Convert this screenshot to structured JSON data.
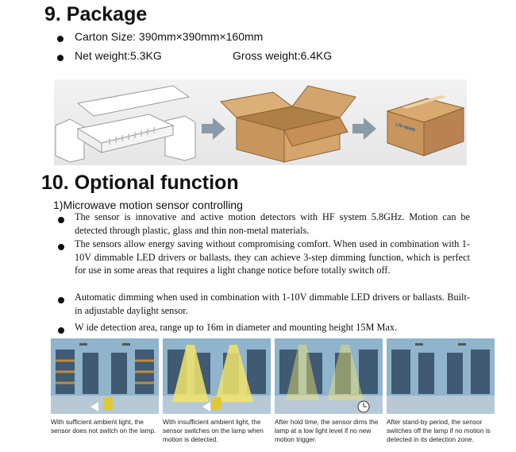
{
  "package": {
    "heading": "9. Package",
    "carton_size": "Carton Size: 390mm×390mm×160mm",
    "net_weight": "Net weight:5.3KG",
    "gross_weight": "Gross weight:6.4KG",
    "box_brand": "LTD NEWS"
  },
  "optional": {
    "heading": "10. Optional function",
    "subheading": "1)Microwave motion sensor controlling",
    "bullets": [
      "The sensor is innovative and active motion detectors with HF system 5.8GHz. Motion can be detected through plastic, glass and thin non-metal materials.",
      "The sensors allow energy saving without compromising comfort. When used in combination with  1-10V dimmable LED drivers or ballasts,  they can achieve 3-step dimming function,  which is perfect for use in some areas that requires a light change notice before totally switch off.",
      "Automatic dimming when used in combination with 1-10V dimmable LED drivers or ballasts. Built-in adjustable daylight sensor.",
      "W ide detection area, range up to 16m in diameter and mounting height 15M Max."
    ]
  },
  "panels": [
    {
      "caption": "With sufficient ambient light, the sensor does not switch on the lamp."
    },
    {
      "caption": "With insufficient ambient light, the sensor switches on the lamp when motion is detected."
    },
    {
      "caption": "After hold time, the sensor dims the lamp at a low light level if no new motion trigger."
    },
    {
      "caption": "After stand-by period, the sensor switches off the lamp if no motion is detected in its detection zone."
    }
  ],
  "colors": {
    "sky": "#8fb4cc",
    "shelf": "#3f5a72",
    "beam": "#f2e46a",
    "cardboard": "#c8955c",
    "arrow": "#8a9aa6"
  }
}
